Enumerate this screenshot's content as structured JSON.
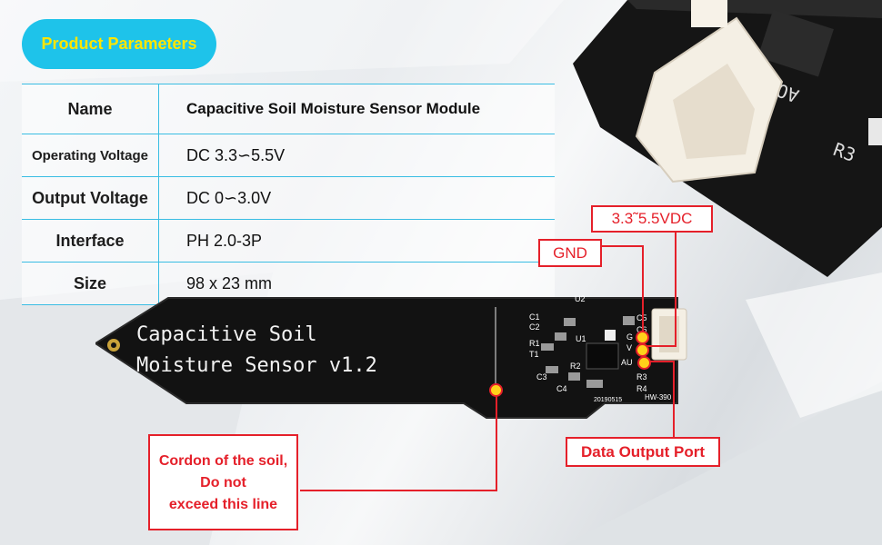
{
  "header": {
    "badge_label": "Product Parameters"
  },
  "params": [
    {
      "key": "Name",
      "value": "Capacitive Soil Moisture Sensor Module"
    },
    {
      "key": "Operating Voltage",
      "value": "DC 3.3∽5.5V"
    },
    {
      "key": "Output Voltage",
      "value": "DC 0∽3.0V"
    },
    {
      "key": "Interface",
      "value": "PH 2.0-3P"
    },
    {
      "key": "Size",
      "value": "98 x 23 mm"
    }
  ],
  "board": {
    "silk_line1": "Capacitive  Soil",
    "silk_line2": "Moisture Sensor v1.2",
    "date_code": "20190515",
    "model": "HW-390",
    "labels": {
      "c1": "C1",
      "c2": "C2",
      "c3": "C3",
      "c4": "C4",
      "c5": "C5",
      "c6": "C6",
      "r1": "R1",
      "r2": "R2",
      "r3": "R3",
      "r4": "R4",
      "t1": "T1",
      "u1": "U1",
      "u2": "U2",
      "g": "G",
      "v": "V",
      "a": "AU"
    }
  },
  "callouts": {
    "voltage": "3.3˜5.5VDC",
    "gnd": "GND",
    "data_port": "Data Output Port",
    "soil_line": [
      "Cordon of the soil,",
      "Do not",
      "exceed this line"
    ]
  },
  "colors": {
    "accent_red": "#e5202a",
    "badge_cyan": "#1ec3ea",
    "badge_text": "#ffe600",
    "table_border": "#39bde3"
  }
}
